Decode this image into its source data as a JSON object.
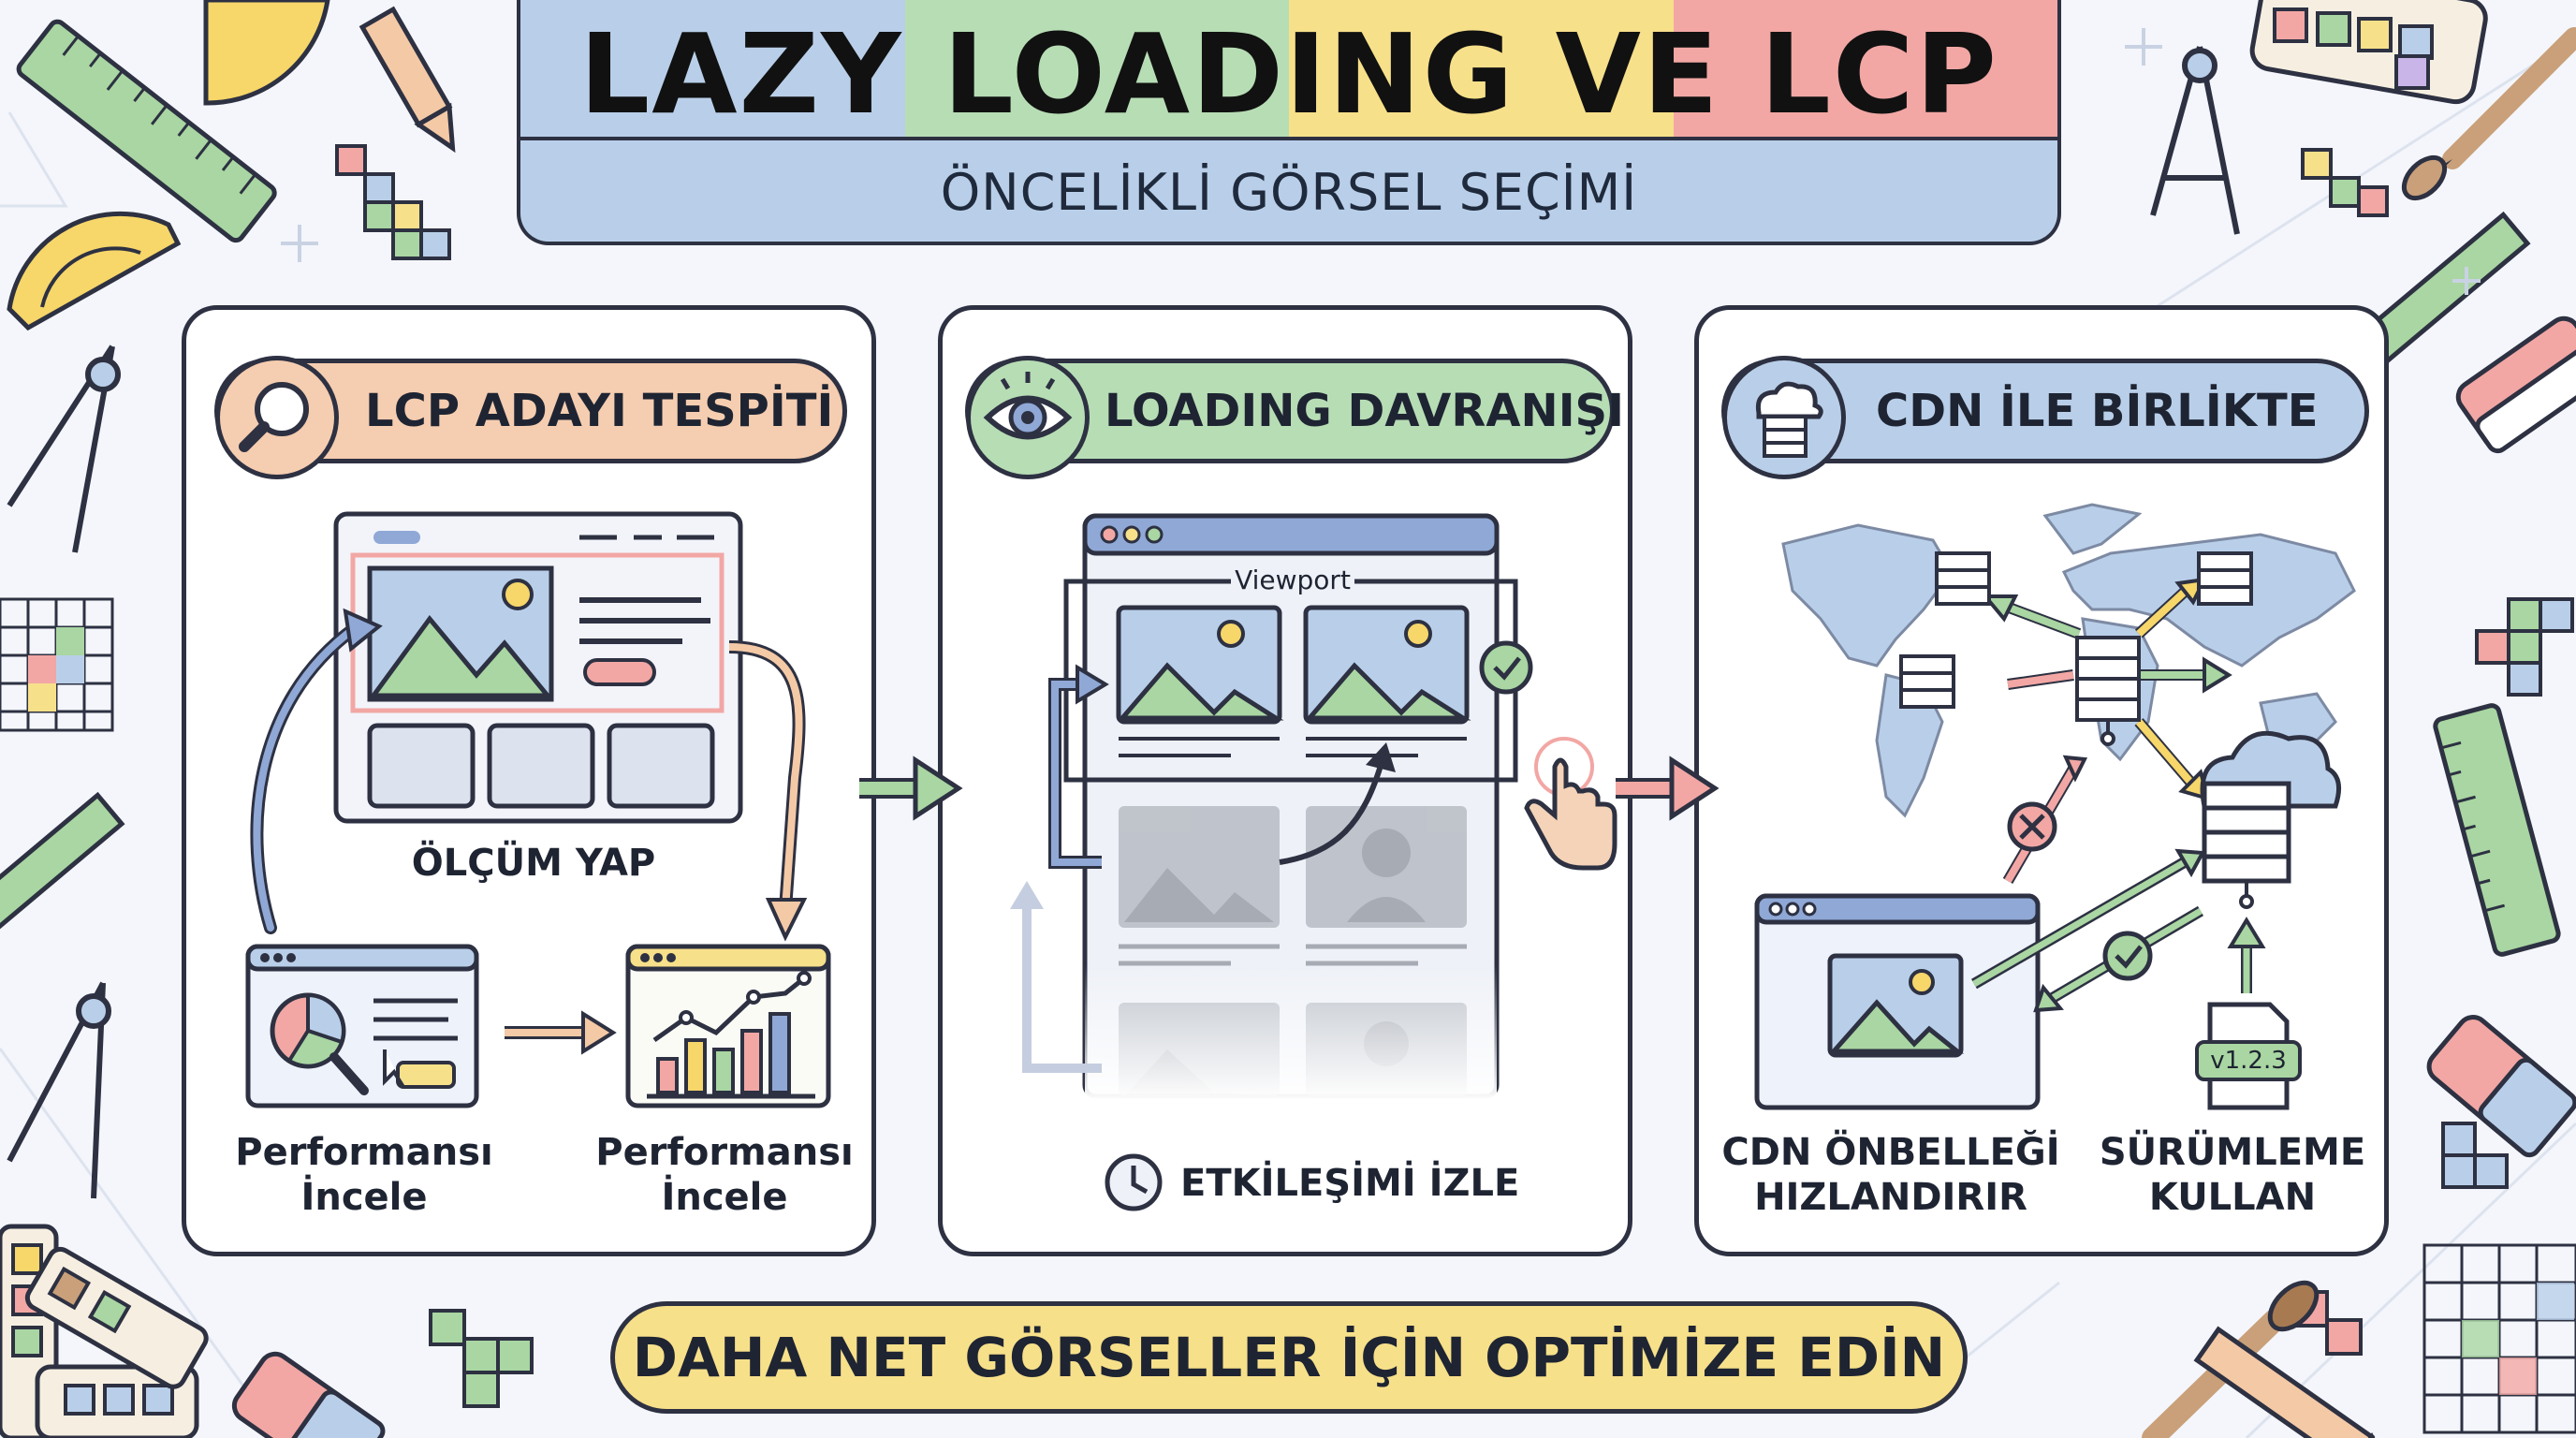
{
  "header": {
    "title": "LAZY LOADING VE LCP",
    "subtitle": "ÖNCELİKLİ GÖRSEL SEÇİMİ"
  },
  "panels": [
    {
      "heading": "LCP ADAYI TESPİTİ",
      "icon": "magnifier-icon",
      "step_label": "ÖLÇÜM YAP",
      "left_caption": "Performansı\nİncele",
      "right_caption": "Performansı\nİncele"
    },
    {
      "heading": "LOADING DAVRANIŞI",
      "icon": "eye-icon",
      "viewport_label": "Viewport",
      "bottom_label": "ETKİLEŞİMİ İZLE"
    },
    {
      "heading": "CDN İLE BİRLİKTE",
      "icon": "cloud-server-icon",
      "left_caption": "CDN ÖNBELLEĞİ\nHIZLANDIRIR",
      "right_caption": "SÜRÜMLEME\nKULLAN",
      "version_tag": "v1.2.3"
    }
  ],
  "footer": {
    "banner": "DAHA NET GÖRSELLER İÇİN OPTİMİZE EDİN"
  },
  "colors": {
    "outline": "#2d3142",
    "blue": "#b9cfe9",
    "green": "#b7ddb5",
    "yellow": "#f7e08a",
    "pink": "#f2a7a4",
    "peach": "#f5cdb0"
  }
}
